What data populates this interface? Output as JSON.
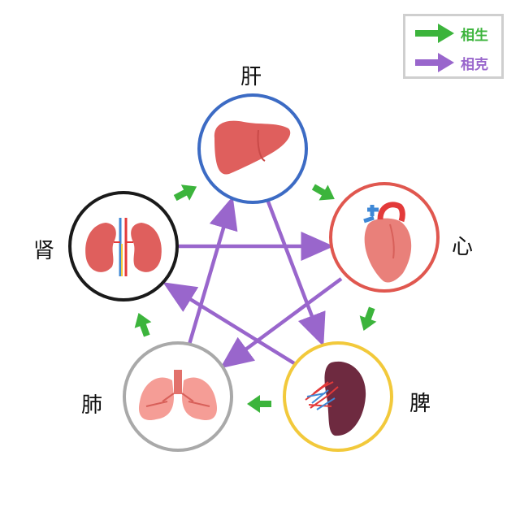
{
  "legend": {
    "generating": {
      "label": "相生",
      "color": "#3cb43c"
    },
    "restraining": {
      "label": "相克",
      "color": "#9966cc"
    }
  },
  "organs": {
    "liver": {
      "label": "肝",
      "border": "#3c6bc4"
    },
    "heart": {
      "label": "心",
      "border": "#e0574f"
    },
    "spleen": {
      "label": "脾",
      "border": "#f2c93b"
    },
    "lung": {
      "label": "肺",
      "border": "#a9a9a9"
    },
    "kidney": {
      "label": "肾",
      "border": "#1a1a1a"
    }
  },
  "colors": {
    "organ_fill": "#df5f5d",
    "heart_fill": "#e9807a",
    "spleen_fill": "#6e2a40",
    "lung_fill": "#f59d96",
    "vessel_red": "#e33a3a",
    "vessel_blue": "#3f88d6"
  },
  "icons": [
    "liver-icon",
    "heart-icon",
    "spleen-icon",
    "lung-icon",
    "kidney-icon",
    "arrow-icon"
  ]
}
